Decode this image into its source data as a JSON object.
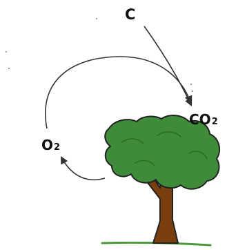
{
  "labels": {
    "carbon": "C",
    "carbon_dioxide": "CO",
    "carbon_dioxide_subscript": "2",
    "oxygen": "O",
    "oxygen_subscript": "2"
  },
  "colors": {
    "foliage": "#3e8b3a",
    "foliage_shadow": "#2c6a28",
    "trunk": "#7a3f0e",
    "ground": "#4a9a3c",
    "arrow": "#333333",
    "text": "#111111"
  }
}
